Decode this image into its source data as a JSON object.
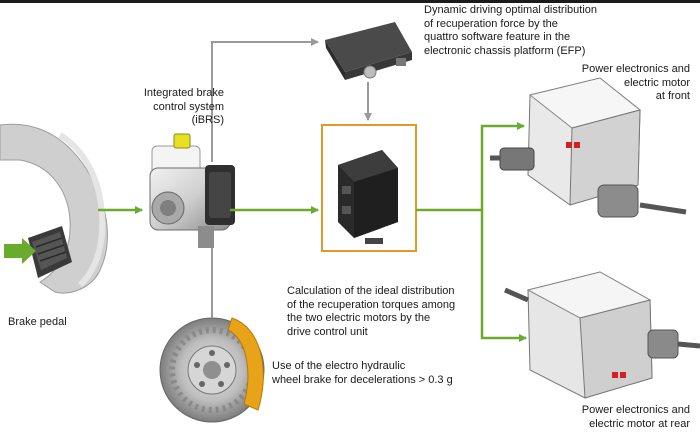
{
  "labels": {
    "efp": "Dynamic driving optimal distribution\nof recuperation force by the\nquattro software feature in the\nelectronic chassis platform (EFP)",
    "ibrs": "Integrated brake\ncontrol system\n(iBRS)",
    "motor_front": "Power electronics and\nelectric motor\nat front",
    "brake_pedal": "Brake pedal",
    "calculation": "Calculation of the ideal distribution\nof the recuperation torques among\nthe two electric motors by the\ndrive control unit",
    "wheel_brake": "Use of the electro hydraulic\nwheel brake for decelerations > 0.3 g",
    "motor_rear": "Power electronics and\nelectric motor at rear"
  },
  "colors": {
    "green_arrow": "#6aab2e",
    "gray_arrow": "#9a9a9a",
    "highlight_box": "#e09a2a",
    "caliper": "#e8a318"
  }
}
